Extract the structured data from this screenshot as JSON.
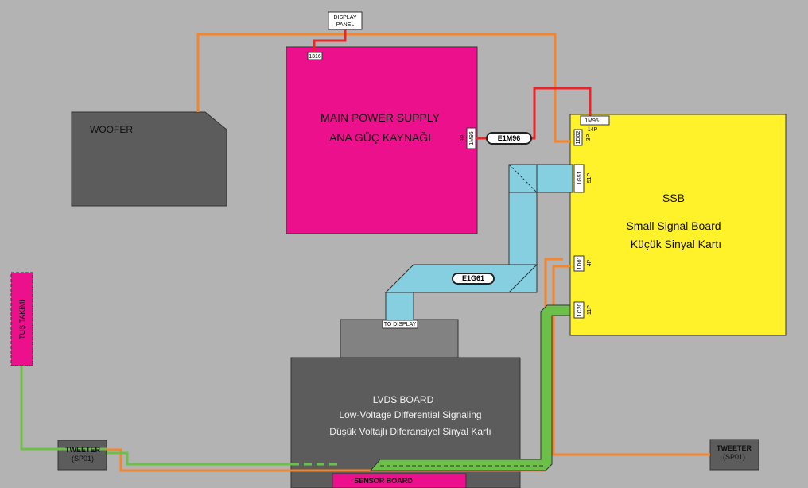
{
  "blocks": {
    "display_panel": {
      "line1": "DISPLAY",
      "line2": "PANEL"
    },
    "main_power_supply": {
      "title": "MAIN POWER SUPPLY",
      "subtitle": "ANA GÜÇ KAYNAĞI"
    },
    "woofer": {
      "label": "WOOFER"
    },
    "ssb": {
      "title": "SSB",
      "line1": "Small Signal Board",
      "line2": "Küçük Sinyal Kartı"
    },
    "lvds": {
      "title": "LVDS BOARD",
      "line1": "Low-Voltage Differential Signaling",
      "line2": "Düşük Voltajlı Diferansiyel Sinyal Kartı"
    },
    "tus_takimi": {
      "label": "TUŞ TAKIMI"
    },
    "tweeter_left": {
      "line1": "TWEETER",
      "line2": "(SP01)"
    },
    "tweeter_right": {
      "line1": "TWEETER",
      "line2": "(SP01)"
    },
    "sensor_board": {
      "label": "SENSOR BOARD"
    },
    "to_display": {
      "label": "TO DISPLAY"
    }
  },
  "connectors": {
    "psu_top": "1316",
    "psu_side": "9P",
    "psu_side_code": "1M95",
    "e1m96": "E1M96",
    "e1g61": "E1G61",
    "ssb_1m95": "1M95",
    "ssb_14p": "14P",
    "ssb_1d02": "1D02",
    "ssb_3p": "3P",
    "ssb_1g51": "1G51",
    "ssb_51p": "51P",
    "ssb_1d01": "1D01",
    "ssb_4p": "4P",
    "ssb_1c20": "1C20",
    "ssb_11p": "11P"
  },
  "colors": {
    "background": "#b3b3b3",
    "psu": "#ec108c",
    "ssb": "#fff22a",
    "dark_box": "#5c5c5c",
    "lvds_stand": "#828282",
    "flex_cable": "#85cfe0",
    "orange_wire": "#f5852a",
    "red_wire": "#e8262a",
    "green_wire": "#6cc04a"
  }
}
